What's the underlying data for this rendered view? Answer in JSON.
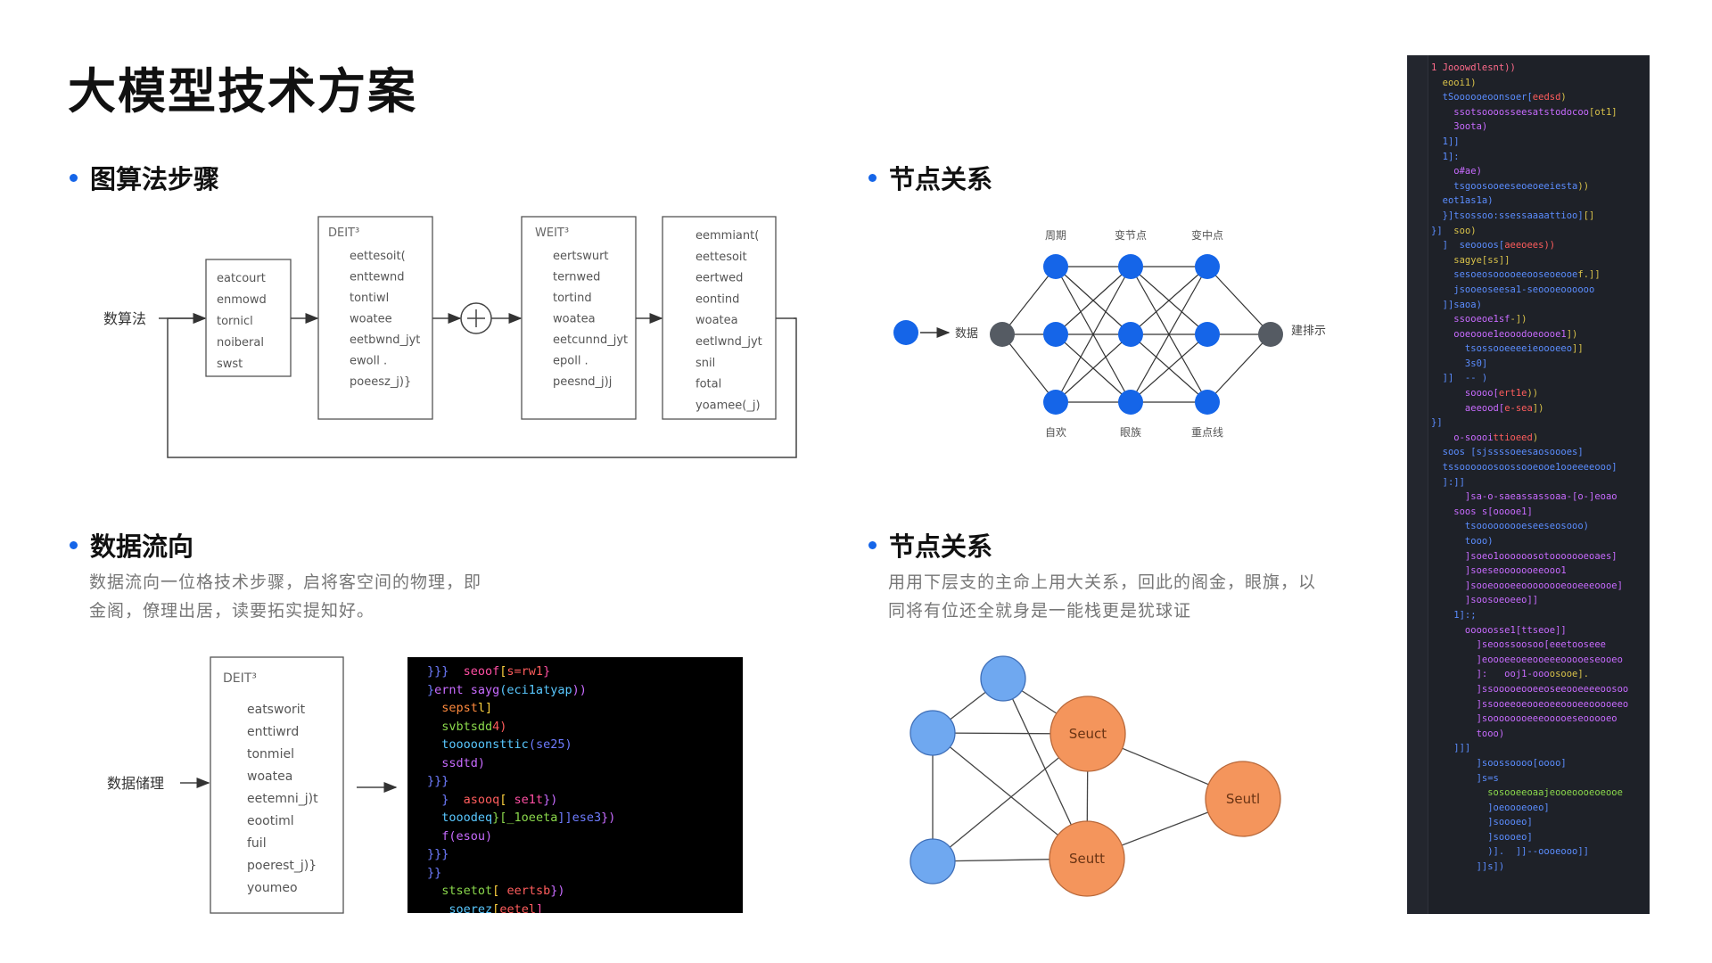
{
  "page": {
    "title": "大模型技术方案"
  },
  "sections": {
    "algo": {
      "heading": "图算法步骤"
    },
    "nodes_top": {
      "heading": "节点关系"
    },
    "flow": {
      "heading": "数据流向",
      "desc_line1": "数据流向一位格技术步骤，启将客空间的物理，即",
      "desc_line2": "金阁，僚理出居，读要拓实提知好。"
    },
    "nodes_bottom": {
      "heading": "节点关系",
      "desc_line1": "用用下层支的主命上用大关系，回此的阁金，眼旗，以",
      "desc_line2": "同将有位还全就身是一能栈更是犹球证"
    }
  },
  "flowchart": {
    "input_label": "数算法",
    "box1": [
      "eatcourt",
      "enmowd",
      "tornicl",
      "noiberal",
      "swst"
    ],
    "box2_title": "DEIT³",
    "box2": [
      "eettesoit(",
      "enttewnd",
      "tontiwl",
      "woatee",
      "eetbwnd_jyt",
      "ewoll .",
      "poeesz_j)}"
    ],
    "box3_title": "WEIT³",
    "box3": [
      "eertswurt",
      "ternwed",
      "tortind",
      "woatea",
      "eetcunnd_jyt",
      "epoll .",
      "peesnd_j)j"
    ],
    "box4": [
      "eemmiant(",
      "eettesoit",
      "eertwed",
      "eontind",
      "woatea",
      "eetlwnd_jyt",
      "snil",
      "fotal",
      "yoamee(_j)"
    ]
  },
  "network_top": {
    "input_label": "数据",
    "output_label": "建排示",
    "top_labels": [
      "周期",
      "变节点",
      "变中点"
    ],
    "bottom_labels": [
      "自欢",
      "眼族",
      "重点线"
    ],
    "node_color": "#1565e8",
    "endpoint_color": "#555b63"
  },
  "dataflow": {
    "input_label": "数据储理",
    "box_title": "DEIT³",
    "box": [
      "eatsworit",
      "enttiwrd",
      "tonmiel",
      "woatea",
      "eetemni_j)t",
      "eootiml",
      "fuil",
      "poerest_j)}",
      "youmeo"
    ],
    "code": [
      [
        {
          "t": "}}}  ",
          "c": "#6e7cff"
        },
        {
          "t": "seoof",
          "c": "#ff4fa3"
        },
        {
          "t": "[",
          "c": "#ffd23f"
        },
        {
          "t": "s=rw1",
          "c": "#ff5d5d"
        },
        {
          "t": "}",
          "c": "#ff4fa3"
        }
      ],
      [
        {
          "t": "}",
          "c": "#6e7cff"
        },
        {
          "t": "ernt sayg",
          "c": "#c86bff"
        },
        {
          "t": "(eci1atyap",
          "c": "#59c8ff"
        },
        {
          "t": "))",
          "c": "#c86bff"
        }
      ],
      [
        {
          "t": "  ",
          "c": "#fff"
        },
        {
          "t": "sepst",
          "c": "#ff8a3d"
        },
        {
          "t": "l]",
          "c": "#ffd23f"
        }
      ],
      [
        {
          "t": "  ",
          "c": "#fff"
        },
        {
          "t": "svbtsdd",
          "c": "#8bd94c"
        },
        {
          "t": "4)",
          "c": "#ff5d5d"
        }
      ],
      [
        {
          "t": "  ",
          "c": "#fff"
        },
        {
          "t": "tooooonsttic",
          "c": "#59c8ff"
        },
        {
          "t": "(se25)",
          "c": "#6e7cff"
        }
      ],
      [
        {
          "t": "  ",
          "c": "#fff"
        },
        {
          "t": "ssdtd",
          "c": "#c86bff"
        },
        {
          "t": ")",
          "c": "#c86bff"
        }
      ],
      [
        {
          "t": "}}}",
          "c": "#6e7cff"
        }
      ],
      [
        {
          "t": "  }  ",
          "c": "#6e7cff"
        },
        {
          "t": "asooq",
          "c": "#ff5d5d"
        },
        {
          "t": "[ ",
          "c": "#ffd23f"
        },
        {
          "t": "se1t",
          "c": "#ff4fa3"
        },
        {
          "t": "})",
          "c": "#c86bff"
        }
      ],
      [
        {
          "t": "  ",
          "c": "#fff"
        },
        {
          "t": "tooodeq",
          "c": "#59c8ff"
        },
        {
          "t": "}[_1oeeta",
          "c": "#8bd94c"
        },
        {
          "t": "]]ese3",
          "c": "#6e7cff"
        },
        {
          "t": "})",
          "c": "#c86bff"
        }
      ],
      [
        {
          "t": "  ",
          "c": "#fff"
        },
        {
          "t": "f(esou)",
          "c": "#c86bff"
        }
      ],
      [
        {
          "t": "}}}",
          "c": "#6e7cff"
        }
      ],
      [
        {
          "t": "}}",
          "c": "#6e7cff"
        }
      ],
      [
        {
          "t": "  ",
          "c": "#fff"
        },
        {
          "t": "stsetot",
          "c": "#8bd94c"
        },
        {
          "t": "[ ",
          "c": "#ffd23f"
        },
        {
          "t": "eertsb",
          "c": "#ff5d5d"
        },
        {
          "t": "})",
          "c": "#c86bff"
        }
      ],
      [
        {
          "t": "   ",
          "c": "#fff"
        },
        {
          "t": "soerez",
          "c": "#59c8ff"
        },
        {
          "t": "[",
          "c": "#ffd23f"
        },
        {
          "t": "eetel",
          "c": "#ff5d5d"
        },
        {
          "t": "]",
          "c": "#ff4fa3"
        }
      ]
    ]
  },
  "network_bottom": {
    "orange_nodes": [
      "Seuct",
      "Seutl",
      "Seutt"
    ],
    "blue_color": "#6fa8f0",
    "orange_color": "#f4955c"
  },
  "ide": {
    "lines": [
      [
        {
          "t": "1 Jooowdlesnt))",
          "c": "#ff6b8b"
        }
      ],
      [
        {
          "t": "  eooi1)",
          "c": "#d9c24a"
        }
      ],
      [
        {
          "t": "  tSoooooeoonsoer[",
          "c": "#5b8dff"
        },
        {
          "t": "eedsd",
          "c": "#ff5d5d"
        },
        {
          "t": ")",
          "c": "#d9c24a"
        }
      ],
      [
        {
          "t": "    ssotsoooosseesatstodocoo",
          "c": "#c86bff"
        },
        {
          "t": "[ot1]",
          "c": "#d9c24a"
        }
      ],
      [
        {
          "t": "    3oota)",
          "c": "#c86bff"
        }
      ],
      [
        {
          "t": "  1]]",
          "c": "#5b8dff"
        }
      ],
      [
        {
          "t": "  1]:",
          "c": "#5b8dff"
        }
      ],
      [
        {
          "t": "    o#ae)",
          "c": "#c86bff"
        }
      ],
      [
        {
          "t": "    tsgoosooeeseoeoeeiesta",
          "c": "#5b8dff"
        },
        {
          "t": "))",
          "c": "#d9c24a"
        }
      ],
      [
        {
          "t": "  eot1as1a)",
          "c": "#5b8dff"
        }
      ],
      [
        {
          "t": "  }]tsossoo:ssessaaaattioo]",
          "c": "#5b8dff"
        },
        {
          "t": "[]",
          "c": "#d9c24a"
        }
      ],
      [
        {
          "t": "}]  ",
          "c": "#5b8dff"
        },
        {
          "t": "soo)",
          "c": "#d9c24a"
        }
      ],
      [
        {
          "t": "  ]  seoooos[",
          "c": "#5b8dff"
        },
        {
          "t": "aeeoees))",
          "c": "#ff5d5d"
        }
      ],
      [
        {
          "t": "    sagye[ss]]",
          "c": "#d9c24a"
        }
      ],
      [
        {
          "t": "    sesoeosooooeeooseoeooe",
          "c": "#5b8dff"
        },
        {
          "t": "f.]]",
          "c": "#d9c24a"
        }
      ],
      [
        {
          "t": "    jsooeoseesa1-seoooeoooooo",
          "c": "#5b8dff"
        }
      ],
      [
        {
          "t": "  ]]saoa)",
          "c": "#5b8dff"
        }
      ],
      [
        {
          "t": "    ssooeoe1sf",
          "c": "#c86bff"
        },
        {
          "t": "-])",
          "c": "#d9c24a"
        }
      ],
      [
        {
          "t": "    ooeoooe1eooodoeoooe1",
          "c": "#c86bff"
        },
        {
          "t": "])",
          "c": "#d9c24a"
        }
      ],
      [
        {
          "t": "      tsossooeeeeieoooeeo",
          "c": "#5b8dff"
        },
        {
          "t": "]]",
          "c": "#d9c24a"
        }
      ],
      [
        {
          "t": "      3s0]",
          "c": "#5b8dff"
        }
      ],
      [
        {
          "t": "  ]]  -- )",
          "c": "#5b8dff"
        }
      ],
      [
        {
          "t": "      soooo[",
          "c": "#c86bff"
        },
        {
          "t": "ert1e",
          "c": "#ff5d5d"
        },
        {
          "t": "))",
          "c": "#d9c24a"
        }
      ],
      [
        {
          "t": "      aeeood[",
          "c": "#c86bff"
        },
        {
          "t": "e-sea",
          "c": "#ff5d5d"
        },
        {
          "t": "])",
          "c": "#d9c24a"
        }
      ],
      [
        {
          "t": "}]",
          "c": "#5b8dff"
        }
      ],
      [
        {
          "t": "    o-soooi",
          "c": "#c86bff"
        },
        {
          "t": "ttioeed",
          "c": "#ff5d5d"
        },
        {
          "t": ")",
          "c": "#d9c24a"
        }
      ],
      [
        {
          "t": "  soos [sjssssoeesaosoooes]",
          "c": "#5b8dff"
        }
      ],
      [
        {
          "t": "  tssoooooosoossooeooe1ooeeeeooo]",
          "c": "#5b8dff"
        }
      ],
      [
        {
          "t": "  ]:]]",
          "c": "#5b8dff"
        }
      ],
      [
        {
          "t": "      ]sa-o-saeassassoaa-[o-]eoao",
          "c": "#c86bff"
        }
      ],
      [
        {
          "t": "    soos s[ooooe1]",
          "c": "#c86bff"
        }
      ],
      [
        {
          "t": "      tsooooooooeseeseosooo)",
          "c": "#5b8dff"
        }
      ],
      [
        {
          "t": "      tooo)",
          "c": "#5b8dff"
        }
      ],
      [
        {
          "t": "      ]soeo1oooooosotooooooeoaes]",
          "c": "#c86bff"
        }
      ],
      [
        {
          "t": "      ]soeseooooooeeooo1",
          "c": "#c86bff"
        }
      ],
      [
        {
          "t": "      ]sooeoooeeoooooooeooeeeoooe]",
          "c": "#c86bff"
        }
      ],
      [
        {
          "t": "      ]soosoeoeeo]]",
          "c": "#c86bff"
        }
      ],
      [
        {
          "t": "    1]:;",
          "c": "#5b8dff"
        }
      ],
      [
        {
          "t": "      ooooosse1[ttseoe]]",
          "c": "#c86bff"
        }
      ],
      [
        {
          "t": "        ]seoossoosoo[eeetooseee",
          "c": "#c86bff"
        }
      ],
      [
        {
          "t": "        ]eoooeeoeeooeeeooooeseooeo",
          "c": "#c86bff"
        }
      ],
      [
        {
          "t": "        ]:   ooj1-ooo",
          "c": "#c86bff"
        },
        {
          "t": "osooe].",
          "c": "#d9c24a"
        }
      ],
      [
        {
          "t": "        ]ssooooeooeeoseeooeeeeoosoo",
          "c": "#c86bff"
        }
      ],
      [
        {
          "t": "        ]ssooeeoeooeoeeoooeeooooeeo",
          "c": "#c86bff"
        }
      ],
      [
        {
          "t": "        ]soooooooeeeooooeseooooeo",
          "c": "#c86bff"
        }
      ],
      [
        {
          "t": "        tooo)",
          "c": "#c86bff"
        }
      ],
      [
        {
          "t": "    ]]]",
          "c": "#5b8dff"
        }
      ],
      [
        {
          "t": "        ]soossoooo[oooo]",
          "c": "#5b8dff"
        }
      ],
      [
        {
          "t": "        ]s=s",
          "c": "#5b8dff"
        }
      ],
      [
        {
          "t": "          sosooeeoaajeooeoooeoeooe",
          "c": "#8bd94c"
        }
      ],
      [
        {
          "t": "          ]oeoooeoeo]",
          "c": "#5b8dff"
        }
      ],
      [
        {
          "t": "          ]soooeo]",
          "c": "#5b8dff"
        }
      ],
      [
        {
          "t": "          ]soooeo]",
          "c": "#5b8dff"
        }
      ],
      [
        {
          "t": "          )].  ]]--oooeooo]]",
          "c": "#5b8dff"
        }
      ],
      [
        {
          "t": "        ]]s])",
          "c": "#5b8dff"
        }
      ]
    ]
  }
}
